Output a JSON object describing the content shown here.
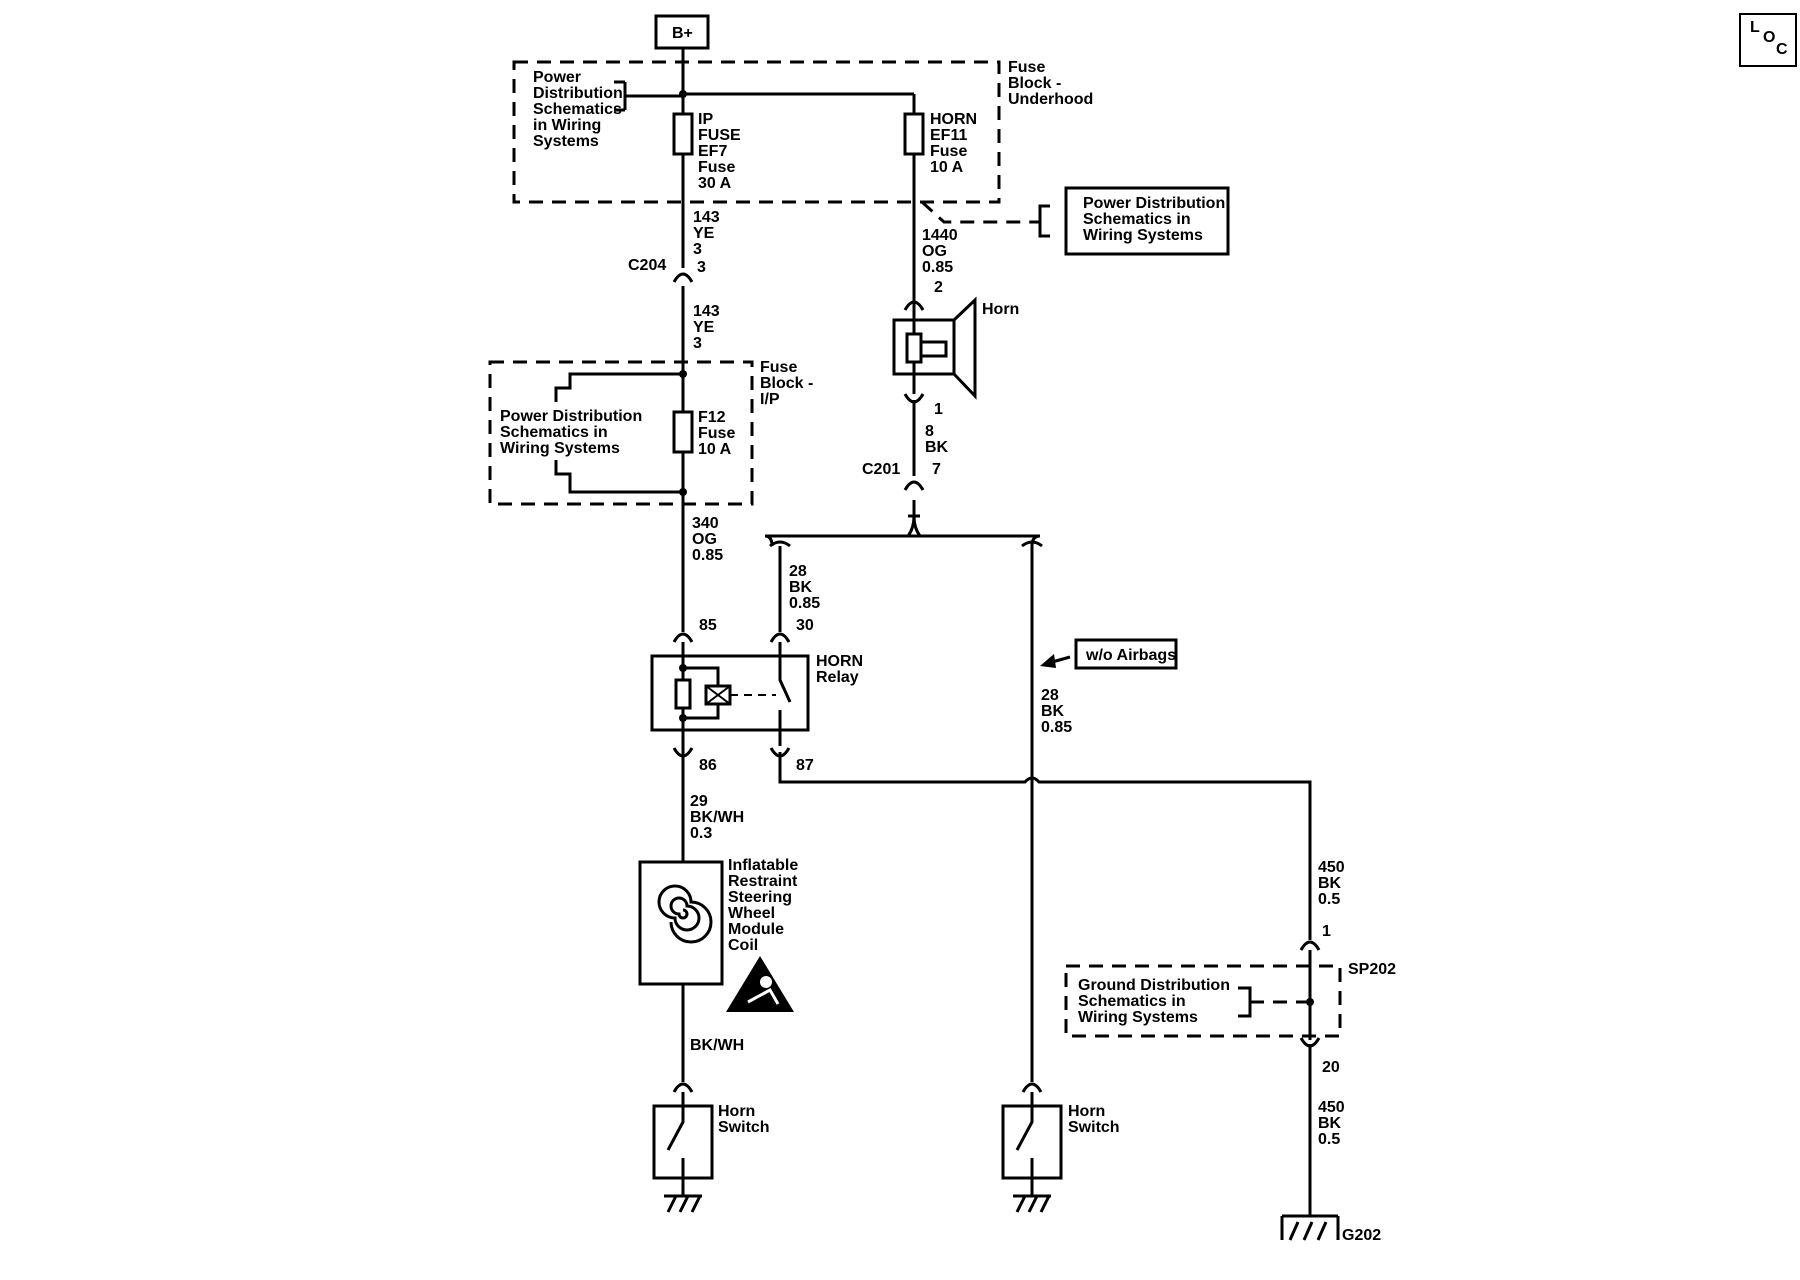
{
  "top": {
    "bplus": "B+",
    "loc": [
      "L",
      "O",
      "C"
    ]
  },
  "underhood": {
    "label": [
      "Fuse",
      "Block -",
      "Underhood"
    ],
    "pd_ref": [
      "Power",
      "Distribution",
      "Schematics",
      "in Wiring",
      "Systems"
    ],
    "ip_fuse": [
      "IP",
      "FUSE",
      "EF7",
      "Fuse",
      "30 A"
    ],
    "horn_fuse": [
      "HORN",
      "EF11",
      "Fuse",
      "10 A"
    ]
  },
  "pd_box_right": [
    "Power Distribution",
    "Schematics in",
    "Wiring Systems"
  ],
  "wire_143_a": [
    "143",
    "YE",
    "3"
  ],
  "c204": {
    "name": "C204",
    "pin": "3"
  },
  "wire_143_b": [
    "143",
    "YE",
    "3"
  ],
  "ip_block": {
    "label": [
      "Fuse",
      "Block -",
      "I/P"
    ],
    "pd_ref": [
      "Power Distribution",
      "Schematics in",
      "Wiring Systems"
    ],
    "fuse": [
      "F12",
      "Fuse",
      "10 A"
    ]
  },
  "wire_340": [
    "340",
    "OG",
    "0.85"
  ],
  "wire_1440": [
    "1440",
    "OG",
    "0.85"
  ],
  "horn": {
    "label": "Horn",
    "pin_top": "2",
    "pin_bottom": "1"
  },
  "wire_8": [
    "8",
    "BK"
  ],
  "c201": {
    "name": "C201",
    "pin": "7"
  },
  "wire_28_a": [
    "28",
    "BK",
    "0.85"
  ],
  "relay": {
    "label": [
      "HORN",
      "Relay"
    ],
    "pin85": "85",
    "pin30": "30",
    "pin86": "86",
    "pin87": "87"
  },
  "wo_airbags": "w/o Airbags",
  "wire_28_b": [
    "28",
    "BK",
    "0.85"
  ],
  "wire_29": [
    "29",
    "BK/WH",
    "0.3"
  ],
  "coil": [
    "Inflatable",
    "Restraint",
    "Steering",
    "Wheel",
    "Module",
    "Coil"
  ],
  "wire_bkwh": "BK/WH",
  "horn_switch_left": [
    "Horn",
    "Switch"
  ],
  "horn_switch_mid": [
    "Horn",
    "Switch"
  ],
  "wire_450_a": [
    "450",
    "BK",
    "0.5"
  ],
  "sp202": {
    "name": "SP202",
    "pin_top": "1",
    "pin_bottom": "20"
  },
  "gd_ref": [
    "Ground Distribution",
    "Schematics in",
    "Wiring Systems"
  ],
  "wire_450_b": [
    "450",
    "BK",
    "0.5"
  ],
  "g202": "G202"
}
